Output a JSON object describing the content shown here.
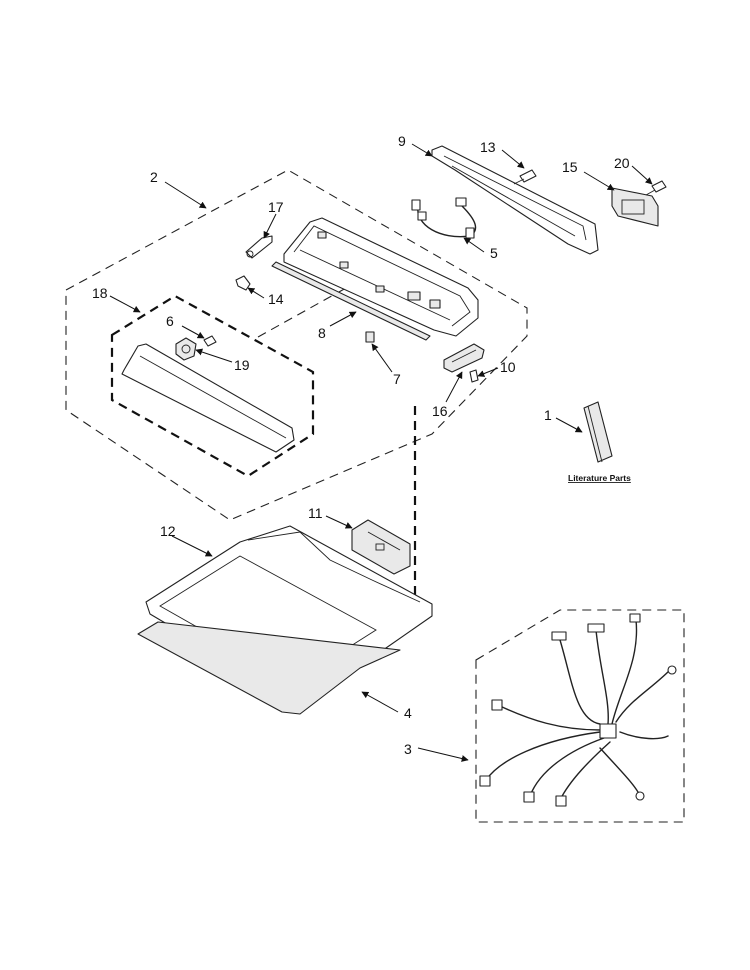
{
  "callouts": {
    "c1": "1",
    "c2": "2",
    "c3": "3",
    "c4": "4",
    "c5": "5",
    "c6": "6",
    "c7": "7",
    "c8": "8",
    "c9": "9",
    "c10": "10",
    "c11": "11",
    "c12": "12",
    "c13": "13",
    "c14": "14",
    "c15": "15",
    "c16": "16",
    "c17": "17",
    "c18": "18",
    "c19": "19",
    "c20": "20"
  },
  "literature_label": "Literature Parts",
  "colors": {
    "line": "#222222",
    "background": "#ffffff",
    "part_fill": "#e9e9e9"
  }
}
